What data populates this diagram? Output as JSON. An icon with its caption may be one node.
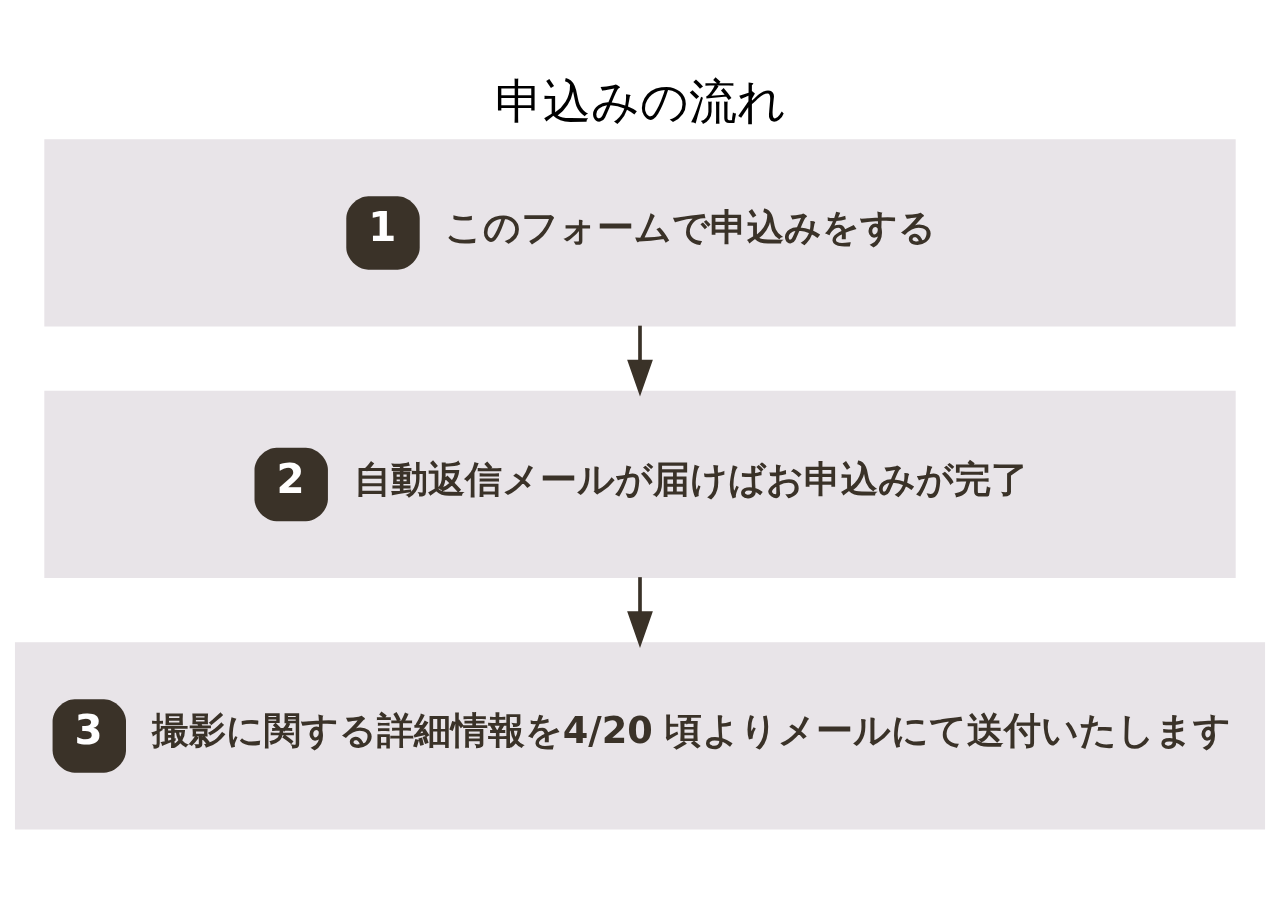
{
  "diagram": {
    "title": "申込みの流れ",
    "nodes": [
      {
        "text": [
          "1",
          "このフォームで申込みをする"
        ]
      },
      {
        "text": [
          "2",
          "自動返信メールが届けばお申込みが完了"
        ]
      },
      {
        "text": [
          "3",
          "撮影に関する詳細情報を4/20 頃よりメールにて送付いたします"
        ]
      }
    ],
    "edges": [
      {
        "from": 0,
        "to": 1,
        "arrow": "to"
      },
      {
        "from": 1,
        "to": 2,
        "arrow": "to"
      }
    ]
  }
}
